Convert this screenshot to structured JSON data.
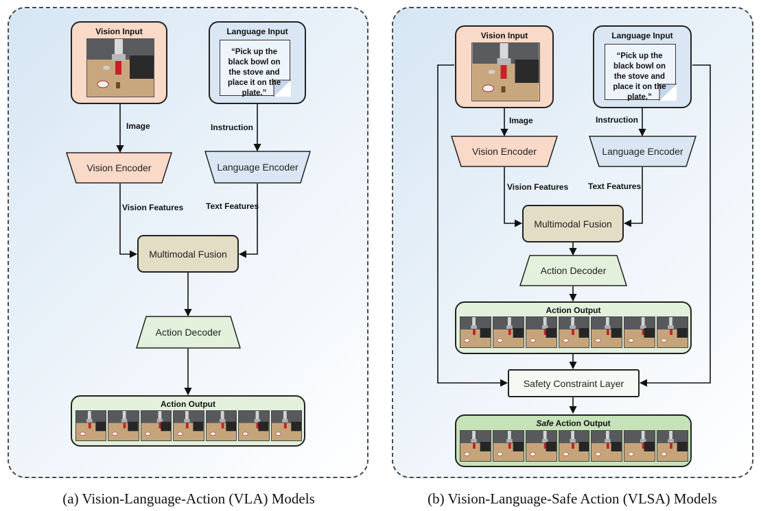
{
  "left_panel": {
    "vision_input": {
      "title": "Vision Input",
      "scene_icon": "robot-tabletop-scene"
    },
    "language_input": {
      "title": "Language Input",
      "instruction_text": "“Pick up the black bowl on the stove and place it on the plate.”"
    },
    "edge_labels": {
      "image": "Image",
      "instruction": "Instruction",
      "vision_features": "Vision Features",
      "text_features": "Text Features"
    },
    "vision_encoder": "Vision Encoder",
    "language_encoder": "Language Encoder",
    "multimodal_fusion": "Multimodal Fusion",
    "action_decoder": "Action Decoder",
    "action_output": {
      "title": "Action Output",
      "frame_count": 7
    },
    "caption": "(a) Vision-Language-Action (VLA) Models"
  },
  "right_panel": {
    "vision_input": {
      "title": "Vision Input",
      "scene_icon": "robot-tabletop-scene"
    },
    "language_input": {
      "title": "Language Input",
      "instruction_text": "“Pick up the black bowl on the stove and place it on the plate.”"
    },
    "edge_labels": {
      "image": "Image",
      "instruction": "Instruction",
      "vision_features": "Vision Features",
      "text_features": "Text Features"
    },
    "vision_encoder": "Vision Encoder",
    "language_encoder": "Language Encoder",
    "multimodal_fusion": "Multimodal Fusion",
    "action_decoder": "Action Decoder",
    "action_output": {
      "title": "Action Output",
      "frame_count": 7
    },
    "safety_constraint_layer": "Safety Constraint Layer",
    "safe_action_output": {
      "title_emphasis": "Safe",
      "title_rest": " Action Output",
      "frame_count": 7
    },
    "caption": "(b) Vision-Language-Safe Action (VLSA) Models"
  },
  "colors": {
    "vision": "#f9d9c7",
    "language": "#dae6f3",
    "fusion": "#e3ddc5",
    "output": "#e2f0dc",
    "safe_output": "#c6e2b8",
    "safety_layer": "#f6f9f3"
  }
}
